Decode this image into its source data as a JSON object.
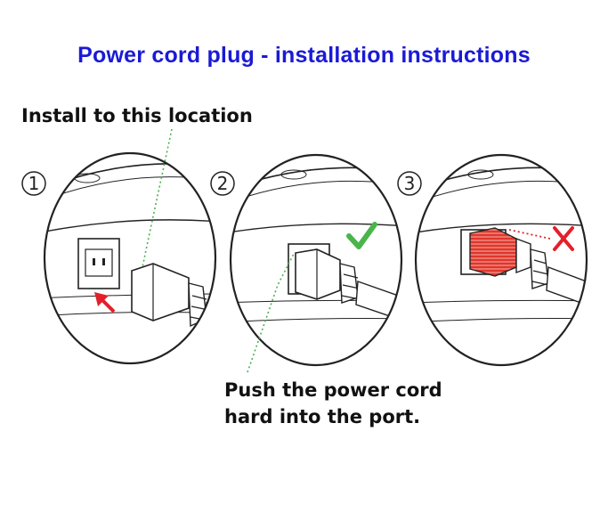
{
  "title": "Power cord plug - installation instructions",
  "install_label": "Install to this location",
  "push_label": {
    "line1": "Push the power cord",
    "line2": "hard into the port."
  },
  "steps": [
    {
      "number": "1",
      "indicator": "red-arrow-icon"
    },
    {
      "number": "2",
      "indicator": "green-check-icon"
    },
    {
      "number": "3",
      "indicator": "red-cross-icon"
    }
  ],
  "colors": {
    "title": "#1a1ad6",
    "check": "#49b54a",
    "cross": "#e2202b",
    "arrow": "#e2202b",
    "leader": "#4caf50",
    "highlight": "#e0362b"
  }
}
